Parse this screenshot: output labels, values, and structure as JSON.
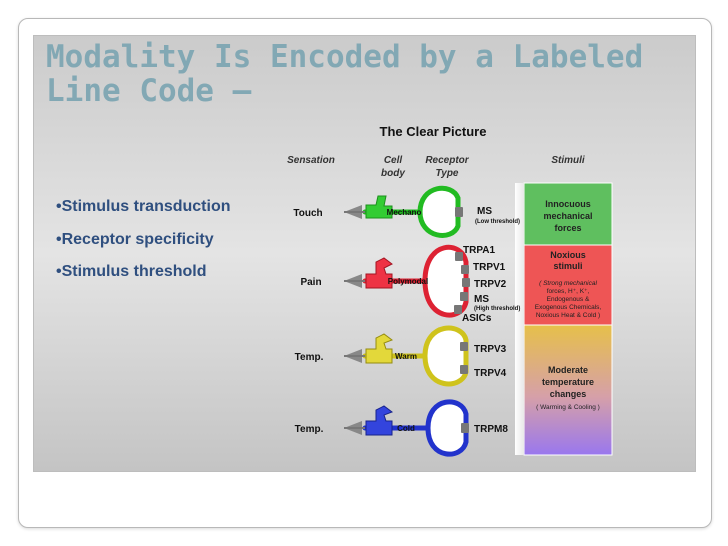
{
  "slide": {
    "title": "Modality Is Encoded by a Labeled\n Line Code –",
    "bullets": [
      "•Stimulus transduction",
      "•Receptor specificity",
      "•Stimulus threshold"
    ]
  },
  "figure": {
    "title": "The Clear Picture",
    "headers": {
      "sensation": "Sensation",
      "cell_body_1": "Cell",
      "cell_body_2": "body",
      "receptor_1": "Receptor",
      "receptor_2": "Type",
      "stimuli": "Stimuli"
    },
    "sensations": [
      "Touch",
      "Pain",
      "Temp.",
      "Temp."
    ],
    "cell_labels": [
      "Mechano",
      "Polymodal",
      "Warm",
      "Cold"
    ],
    "receptors": {
      "ms_top": "MS",
      "low_threshold": "(Low threshold)",
      "trpa1": "TRPA1",
      "trpv1": "TRPV1",
      "trpv2": "TRPV2",
      "ms_pain": "MS",
      "high_threshold": "(High threshold)",
      "asics": "ASICs",
      "trpv3": "TRPV3",
      "trpv4": "TRPV4",
      "trpm8": "TRPM8"
    },
    "stimuli": {
      "innocuous": [
        "Innocuous",
        "mechanical",
        "forces"
      ],
      "noxious": [
        "Noxious",
        "stimuli"
      ],
      "noxious_detail": [
        "( Strong mechanical",
        "forces, H⁺, K⁺,",
        "Endogenous &",
        "Exogenous Chemicals,",
        "Noxious Heat & Cold )"
      ],
      "moderate": [
        "Moderate",
        "temperature",
        "changes"
      ],
      "moderate_detail": "( Warming & Cooling )"
    },
    "colors": {
      "mechano": "#22bb22",
      "polymodal": "#dd2233",
      "warm": "#cfc31c",
      "cold": "#2233cc",
      "innocuous_box": "#5fbf5f",
      "noxious_box": "#ee5555",
      "temperature_top": "#e6c04a",
      "temperature_bottom": "#9977ee",
      "title": "#82a8b4",
      "bullet_text": "#2f4f7f"
    }
  }
}
